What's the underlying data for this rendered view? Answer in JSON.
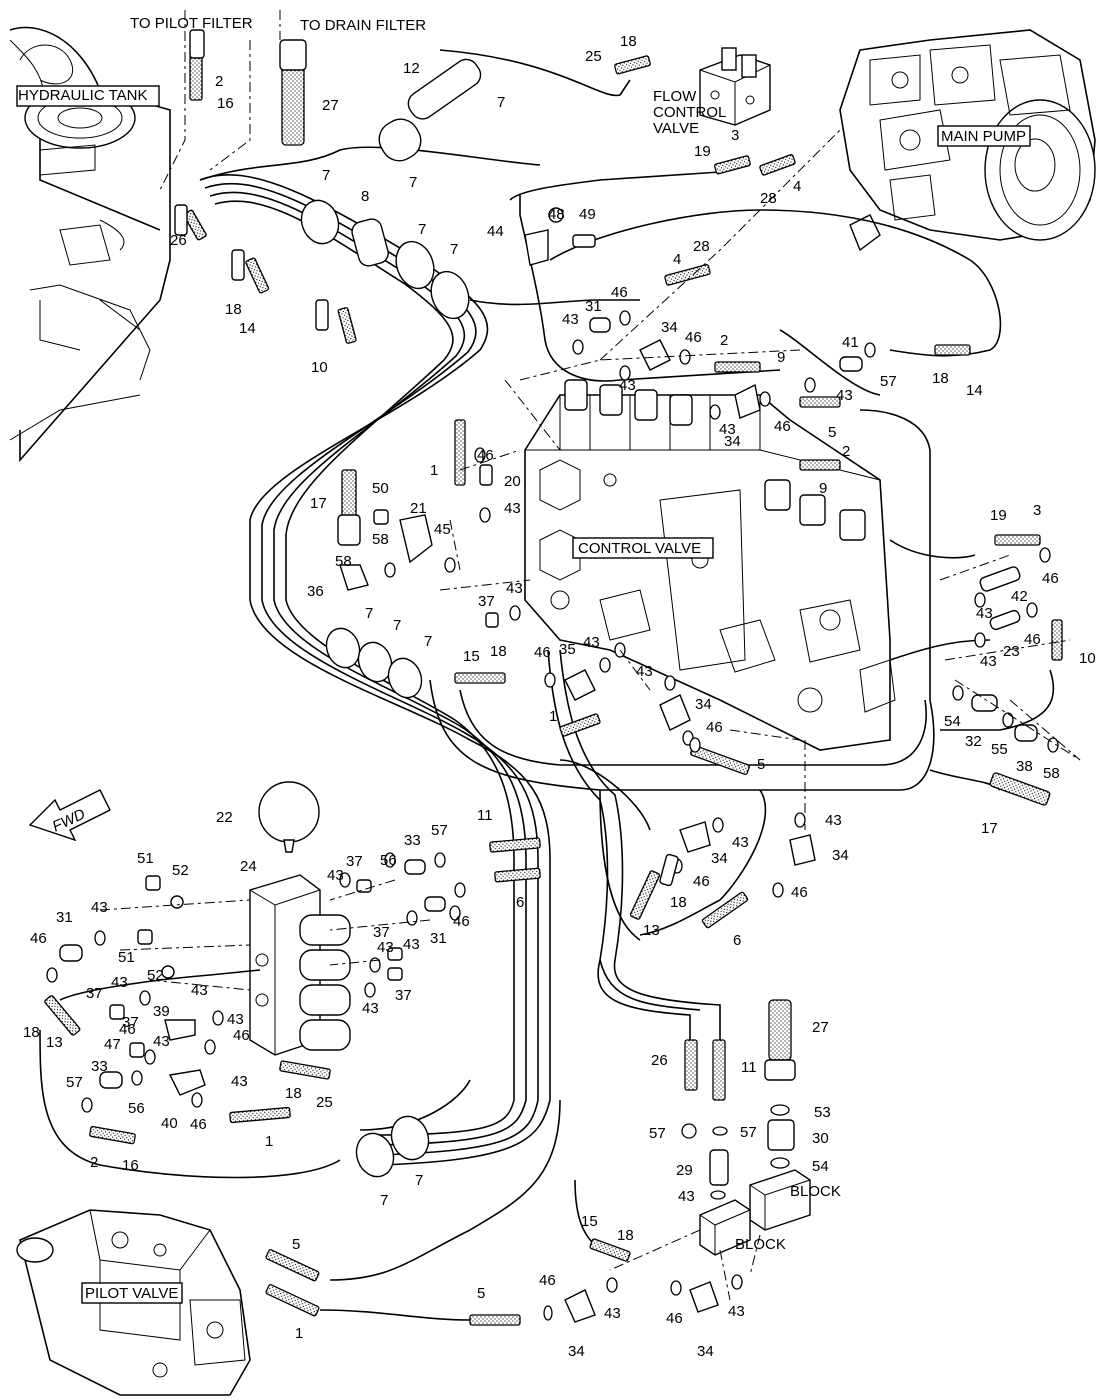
{
  "labels": {
    "to_pilot_filter": "TO PILOT FILTER",
    "to_drain_filter": "TO DRAIN FILTER",
    "hydraulic_tank": "HYDRAULIC TANK",
    "flow_control_valve": [
      "FLOW",
      "CONTROL",
      "VALVE"
    ],
    "main_pump": "MAIN PUMP",
    "control_valve": "CONTROL VALVE",
    "fwd": "FWD",
    "pilot_valve": "PILOT VALVE",
    "block": "BLOCK"
  },
  "part_numbers": [
    {
      "id": "p1",
      "text": "2"
    },
    {
      "id": "p2",
      "text": "16"
    },
    {
      "id": "p3",
      "text": "27"
    },
    {
      "id": "p4",
      "text": "12"
    },
    {
      "id": "p5",
      "text": "7"
    },
    {
      "id": "p6",
      "text": "7"
    },
    {
      "id": "p7",
      "text": "25"
    },
    {
      "id": "p8",
      "text": "18"
    },
    {
      "id": "p9",
      "text": "3"
    },
    {
      "id": "p10",
      "text": "19"
    },
    {
      "id": "p11",
      "text": "4"
    },
    {
      "id": "p12",
      "text": "28"
    },
    {
      "id": "p13",
      "text": "7"
    },
    {
      "id": "p14",
      "text": "8"
    },
    {
      "id": "p15",
      "text": "7"
    },
    {
      "id": "p16",
      "text": "7"
    },
    {
      "id": "p17",
      "text": "26"
    },
    {
      "id": "p18",
      "text": "18"
    },
    {
      "id": "p19",
      "text": "14"
    },
    {
      "id": "p20",
      "text": "10"
    },
    {
      "id": "p21",
      "text": "48"
    },
    {
      "id": "p22",
      "text": "49"
    },
    {
      "id": "p23",
      "text": "44"
    },
    {
      "id": "p24",
      "text": "4"
    },
    {
      "id": "p25",
      "text": "28"
    },
    {
      "id": "p26",
      "text": "31"
    },
    {
      "id": "p27",
      "text": "46"
    },
    {
      "id": "p28",
      "text": "43"
    },
    {
      "id": "p29",
      "text": "34"
    },
    {
      "id": "p30",
      "text": "46"
    },
    {
      "id": "p31",
      "text": "2"
    },
    {
      "id": "p32",
      "text": "9"
    },
    {
      "id": "p33",
      "text": "43"
    },
    {
      "id": "p34",
      "text": "41"
    },
    {
      "id": "p35",
      "text": "57"
    },
    {
      "id": "p36",
      "text": "18"
    },
    {
      "id": "p37",
      "text": "14"
    },
    {
      "id": "p38",
      "text": "43"
    },
    {
      "id": "p39",
      "text": "34"
    },
    {
      "id": "p40",
      "text": "43"
    },
    {
      "id": "p41",
      "text": "46"
    },
    {
      "id": "p42",
      "text": "5"
    },
    {
      "id": "p43",
      "text": "46"
    },
    {
      "id": "p44",
      "text": "1"
    },
    {
      "id": "p45",
      "text": "20"
    },
    {
      "id": "p46",
      "text": "43"
    },
    {
      "id": "p47",
      "text": "2"
    },
    {
      "id": "p48",
      "text": "9"
    },
    {
      "id": "p49",
      "text": "17"
    },
    {
      "id": "p50",
      "text": "50"
    },
    {
      "id": "p51",
      "text": "21"
    },
    {
      "id": "p52",
      "text": "45"
    },
    {
      "id": "p53",
      "text": "58"
    },
    {
      "id": "p54",
      "text": "58"
    },
    {
      "id": "p55",
      "text": "36"
    },
    {
      "id": "p56",
      "text": "19"
    },
    {
      "id": "p57",
      "text": "3"
    },
    {
      "id": "p58",
      "text": "46"
    },
    {
      "id": "p59",
      "text": "43"
    },
    {
      "id": "p60",
      "text": "42"
    },
    {
      "id": "p61",
      "text": "46"
    },
    {
      "id": "p62",
      "text": "23"
    },
    {
      "id": "p63",
      "text": "43"
    },
    {
      "id": "p64",
      "text": "10"
    },
    {
      "id": "p65",
      "text": "37"
    },
    {
      "id": "p66",
      "text": "43"
    },
    {
      "id": "p67",
      "text": "7"
    },
    {
      "id": "p68",
      "text": "7"
    },
    {
      "id": "p69",
      "text": "7"
    },
    {
      "id": "p70",
      "text": "15"
    },
    {
      "id": "p71",
      "text": "18"
    },
    {
      "id": "p72",
      "text": "46"
    },
    {
      "id": "p73",
      "text": "35"
    },
    {
      "id": "p74",
      "text": "43"
    },
    {
      "id": "p75",
      "text": "43"
    },
    {
      "id": "p76",
      "text": "34"
    },
    {
      "id": "p77",
      "text": "46"
    },
    {
      "id": "p78",
      "text": "1"
    },
    {
      "id": "p79",
      "text": "54"
    },
    {
      "id": "p80",
      "text": "32"
    },
    {
      "id": "p81",
      "text": "55"
    },
    {
      "id": "p82",
      "text": "38"
    },
    {
      "id": "p83",
      "text": "58"
    },
    {
      "id": "p84",
      "text": "5"
    },
    {
      "id": "p85",
      "text": "17"
    },
    {
      "id": "p86",
      "text": "22"
    },
    {
      "id": "p87",
      "text": "11"
    },
    {
      "id": "p88",
      "text": "57"
    },
    {
      "id": "p89",
      "text": "33"
    },
    {
      "id": "p90",
      "text": "51"
    },
    {
      "id": "p91",
      "text": "52"
    },
    {
      "id": "p92",
      "text": "24"
    },
    {
      "id": "p93",
      "text": "37"
    },
    {
      "id": "p94",
      "text": "56"
    },
    {
      "id": "p95",
      "text": "43"
    },
    {
      "id": "p96",
      "text": "6"
    },
    {
      "id": "p97",
      "text": "43"
    },
    {
      "id": "p98",
      "text": "34"
    },
    {
      "id": "p99",
      "text": "46"
    },
    {
      "id": "p100",
      "text": "43"
    },
    {
      "id": "p101",
      "text": "34"
    },
    {
      "id": "p102",
      "text": "18"
    },
    {
      "id": "p103",
      "text": "46"
    },
    {
      "id": "p104",
      "text": "13"
    },
    {
      "id": "p105",
      "text": "6"
    },
    {
      "id": "p106",
      "text": "31"
    },
    {
      "id": "p107",
      "text": "43"
    },
    {
      "id": "p108",
      "text": "46"
    },
    {
      "id": "p109",
      "text": "31"
    },
    {
      "id": "p110",
      "text": "46"
    },
    {
      "id": "p111",
      "text": "43"
    },
    {
      "id": "p112",
      "text": "51"
    },
    {
      "id": "p113",
      "text": "52"
    },
    {
      "id": "p114",
      "text": "37"
    },
    {
      "id": "p115",
      "text": "43"
    },
    {
      "id": "p116",
      "text": "37"
    },
    {
      "id": "p117",
      "text": "43"
    },
    {
      "id": "p118",
      "text": "43"
    },
    {
      "id": "p119",
      "text": "37"
    },
    {
      "id": "p120",
      "text": "43"
    },
    {
      "id": "p121",
      "text": "43"
    },
    {
      "id": "p122",
      "text": "18"
    },
    {
      "id": "p123",
      "text": "13"
    },
    {
      "id": "p124",
      "text": "37"
    },
    {
      "id": "p125",
      "text": "39"
    },
    {
      "id": "p126",
      "text": "46"
    },
    {
      "id": "p127",
      "text": "47"
    },
    {
      "id": "p128",
      "text": "43"
    },
    {
      "id": "p129",
      "text": "46"
    },
    {
      "id": "p130",
      "text": "43"
    },
    {
      "id": "p131",
      "text": "33"
    },
    {
      "id": "p132",
      "text": "57"
    },
    {
      "id": "p133",
      "text": "56"
    },
    {
      "id": "p134",
      "text": "40"
    },
    {
      "id": "p135",
      "text": "46"
    },
    {
      "id": "p136",
      "text": "18"
    },
    {
      "id": "p137",
      "text": "25"
    },
    {
      "id": "p138",
      "text": "1"
    },
    {
      "id": "p139",
      "text": "2"
    },
    {
      "id": "p140",
      "text": "16"
    },
    {
      "id": "p141",
      "text": "7"
    },
    {
      "id": "p142",
      "text": "7"
    },
    {
      "id": "p143",
      "text": "26"
    },
    {
      "id": "p144",
      "text": "11"
    },
    {
      "id": "p145",
      "text": "27"
    },
    {
      "id": "p146",
      "text": "53"
    },
    {
      "id": "p147",
      "text": "57"
    },
    {
      "id": "p148",
      "text": "57"
    },
    {
      "id": "p149",
      "text": "30"
    },
    {
      "id": "p150",
      "text": "29"
    },
    {
      "id": "p151",
      "text": "54"
    },
    {
      "id": "p152",
      "text": "43"
    },
    {
      "id": "p153",
      "text": "15"
    },
    {
      "id": "p154",
      "text": "18"
    },
    {
      "id": "p155",
      "text": "5"
    },
    {
      "id": "p156",
      "text": "1"
    },
    {
      "id": "p157",
      "text": "5"
    },
    {
      "id": "p158",
      "text": "46"
    },
    {
      "id": "p159",
      "text": "34"
    },
    {
      "id": "p160",
      "text": "43"
    },
    {
      "id": "p161",
      "text": "46"
    },
    {
      "id": "p162",
      "text": "34"
    },
    {
      "id": "p163",
      "text": "43"
    }
  ]
}
